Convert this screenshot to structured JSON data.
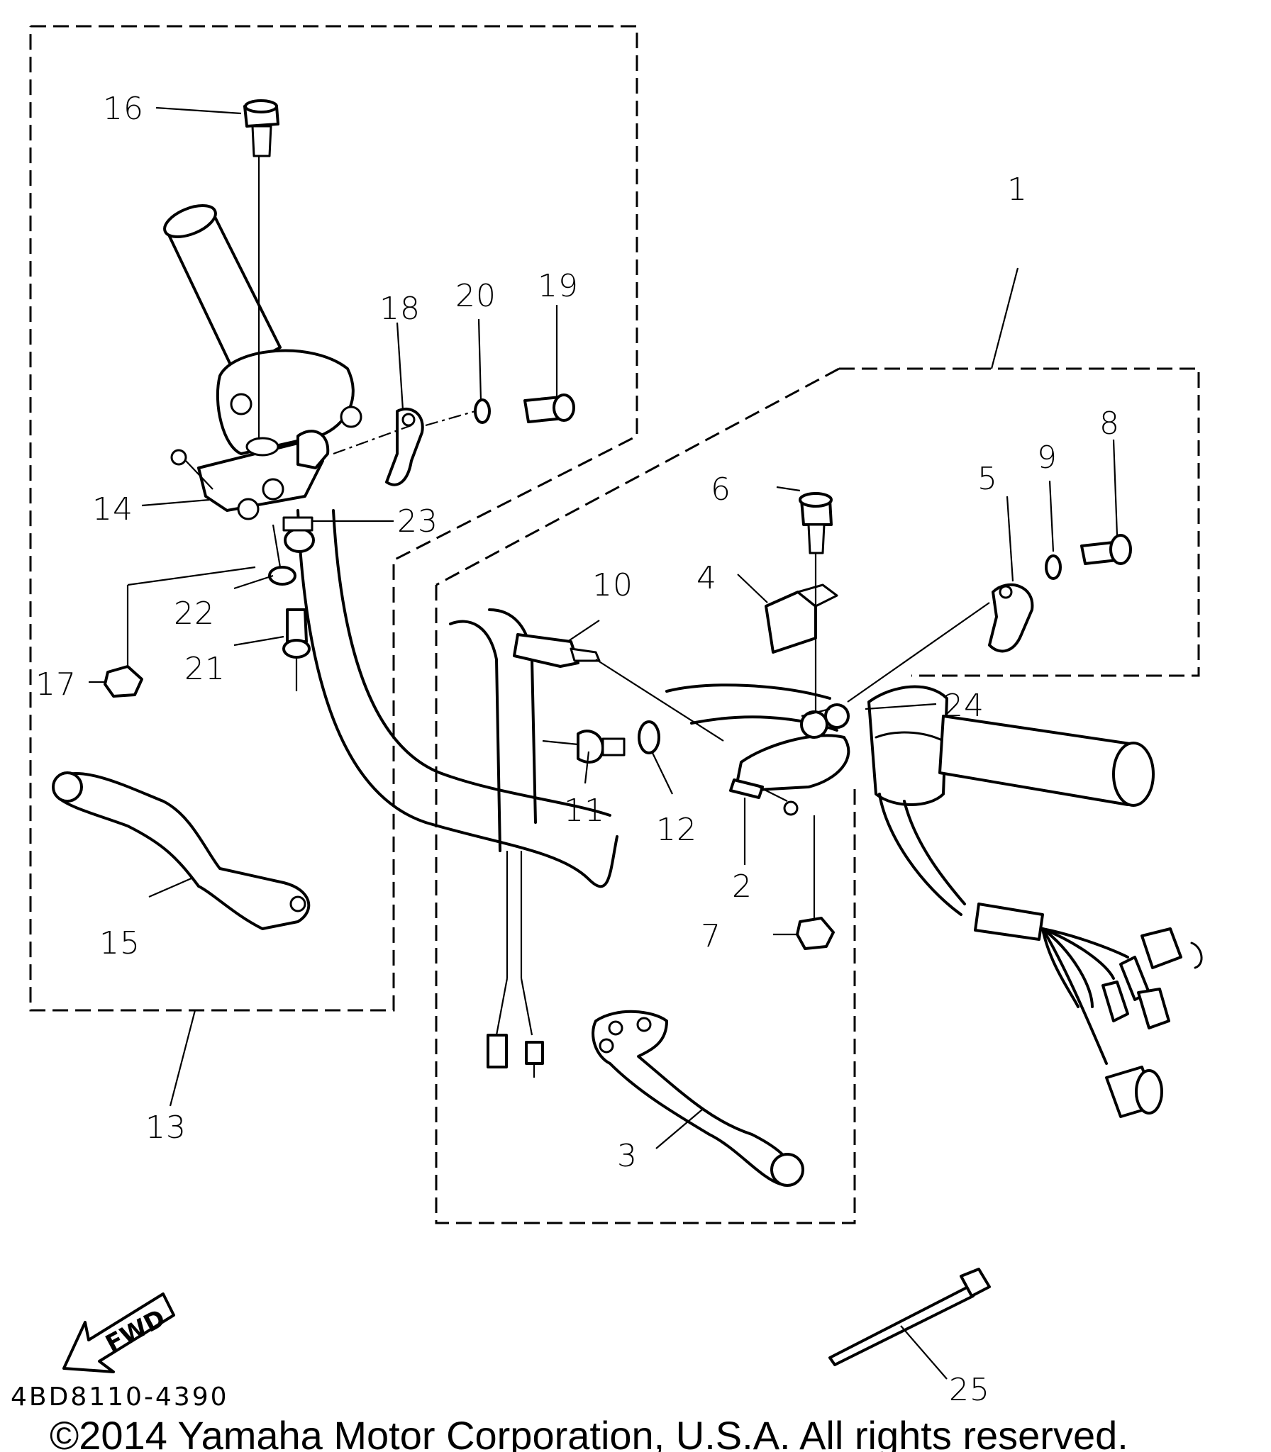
{
  "diagram": {
    "callouts": [
      "1",
      "2",
      "3",
      "4",
      "5",
      "6",
      "7",
      "8",
      "9",
      "10",
      "11",
      "12",
      "13",
      "14",
      "15",
      "16",
      "17",
      "18",
      "19",
      "20",
      "21",
      "22",
      "23",
      "24",
      "25"
    ],
    "fwd_label": "FWD",
    "part_code": "4BD8110-4390",
    "copyright": "©2014 Yamaha Motor Corporation, U.S.A. All rights reserved."
  }
}
